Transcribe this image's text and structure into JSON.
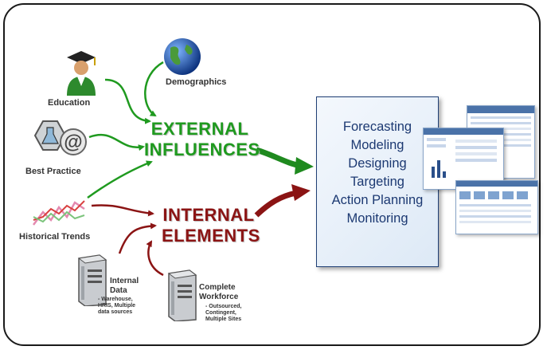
{
  "sources": {
    "education": "Education",
    "demographics": "Demographics",
    "best_practice": "Best Practice",
    "historical_trends": "Historical Trends",
    "internal_data": [
      "Internal",
      "Data"
    ],
    "internal_data_detail": [
      "- Warehouse,",
      "HRIS, Multiple",
      "data sources"
    ],
    "complete_workforce": [
      "Complete",
      "Workforce"
    ],
    "complete_workforce_detail": [
      "- Outsourced,",
      "Contingent,",
      "Multiple Sites"
    ]
  },
  "groups": {
    "external": [
      "EXTERNAL",
      "INFLUENCES"
    ],
    "internal": [
      "INTERNAL",
      "ELEMENTS"
    ]
  },
  "outcomes": [
    "Forecasting",
    "Modeling",
    "Designing",
    "Targeting",
    "Action Planning",
    "Monitoring"
  ],
  "icons": [
    "graduate-icon",
    "globe-icon",
    "flask-at-icon",
    "trend-chart-icon",
    "server-icon",
    "server-icon"
  ],
  "colors": {
    "external": "#1f9a1f",
    "internal": "#8b1414",
    "box_text": "#1c3972",
    "box_border": "#1f3f75"
  }
}
